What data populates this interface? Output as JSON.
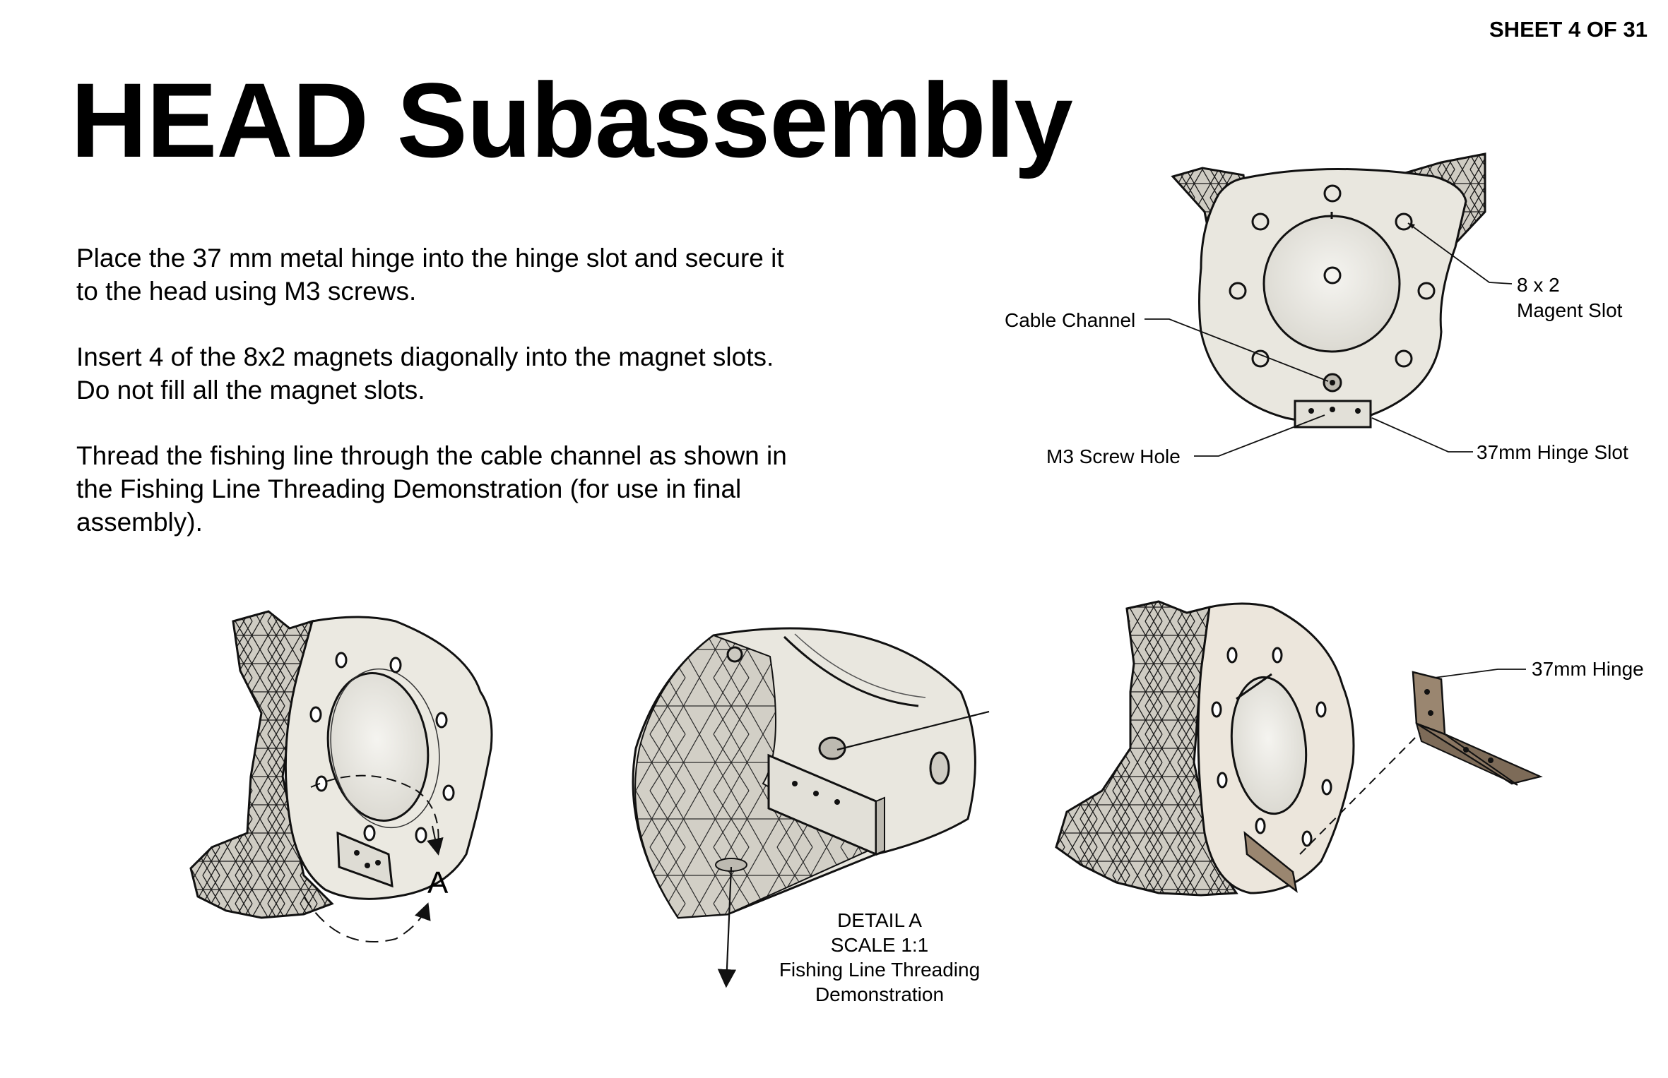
{
  "sheet": {
    "label": "SHEET 4 OF 31"
  },
  "title": "HEAD Subassembly",
  "instructions": [
    "Place the 37 mm metal hinge into the hinge slot and secure it to the head using M3 screws.",
    "Insert 4 of the 8x2 magnets diagonally into the magnet slots. Do not fill all the magnet slots.",
    "Thread the fishing line through the cable channel as shown in the Fishing Line Threading Demonstration (for use in final assembly)."
  ],
  "front_view": {
    "callouts": {
      "magnet_line1": "8 x 2",
      "magnet_line2": "Magent Slot",
      "cable_channel": "Cable Channel",
      "screw_hole": "M3 Screw Hole",
      "hinge_slot": "37mm Hinge Slot"
    }
  },
  "iso_view": {
    "detail_marker": "A"
  },
  "detail_view": {
    "caption_line1": "DETAIL A",
    "caption_line2": "SCALE 1:1",
    "caption_line3": "Fishing Line Threading",
    "caption_line4": "Demonstration"
  },
  "exploded_view": {
    "hinge_label": "37mm Hinge"
  },
  "colors": {
    "part_fill": "#e9e7df",
    "part_shade": "#d7d4cb",
    "bowl_fill": "#f3f2ee",
    "hinge_fill": "#9a8670",
    "outline": "#111111"
  }
}
